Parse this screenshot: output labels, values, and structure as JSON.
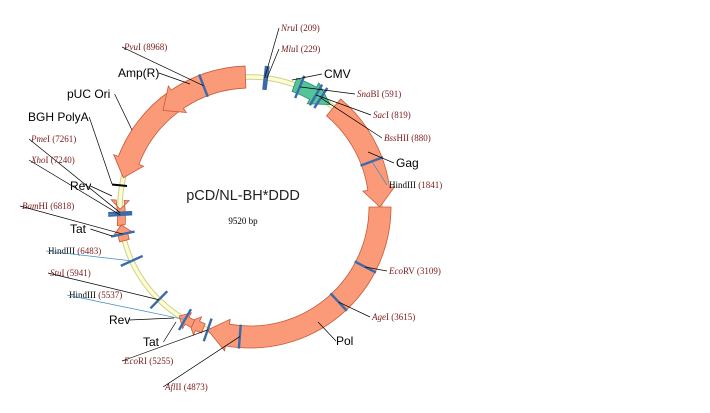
{
  "plasmid": {
    "name": "pCD/NL-BH*DDD",
    "size_label": "9520 bp"
  },
  "colors": {
    "backbone_fill": "#fffbd2",
    "backbone_stroke": "#c8d28c",
    "orf_fill": "#fa9a78",
    "orf_stroke": "#c85a3c",
    "promoter_fill": "#52c49a",
    "promoter_stroke": "#2a8a66",
    "site_tick": "#3a6aaa",
    "site_text": "#7a1a1a"
  },
  "features": [
    {
      "id": "cmv",
      "label": "CMV",
      "kind": "promoter"
    },
    {
      "id": "gag",
      "label": "Gag",
      "kind": "orf"
    },
    {
      "id": "pol",
      "label": "Pol",
      "kind": "orf"
    },
    {
      "id": "tat-lower",
      "label": "Tat",
      "kind": "orf"
    },
    {
      "id": "rev-lower",
      "label": "Rev",
      "kind": "orf"
    },
    {
      "id": "tat-upper",
      "label": "Tat",
      "kind": "orf"
    },
    {
      "id": "rev-upper",
      "label": "Rev",
      "kind": "orf"
    },
    {
      "id": "bgh",
      "label": "BGH PolyA",
      "kind": "misc"
    },
    {
      "id": "puc",
      "label": "pUC Ori",
      "kind": "orf"
    },
    {
      "id": "ampr",
      "label": "Amp(R)",
      "kind": "orf"
    }
  ],
  "sites": [
    {
      "id": "nrui",
      "enzyme": "NruI",
      "position": "(209)",
      "italic": "Nru",
      "suffix": "I"
    },
    {
      "id": "mlui",
      "enzyme": "MluI",
      "position": "(229)",
      "italic": "Mlu",
      "suffix": "I"
    },
    {
      "id": "snabi",
      "enzyme": "SnaBI",
      "position": "(591)",
      "italic": "Sna",
      "suffix": "BI"
    },
    {
      "id": "saci",
      "enzyme": "SacI",
      "position": "(819)",
      "italic": "Sac",
      "suffix": "I"
    },
    {
      "id": "bsshii",
      "enzyme": "BssHII",
      "position": "(880)",
      "italic": "Bss",
      "suffix": "HII"
    },
    {
      "id": "hindiii-1841",
      "enzyme": "HindIII",
      "position": "(1841)",
      "italic": "",
      "suffix": "HindIII"
    },
    {
      "id": "ecorv",
      "enzyme": "EcoRV",
      "position": "(3109)",
      "italic": "Eco",
      "suffix": "RV"
    },
    {
      "id": "agei",
      "enzyme": "AgeI",
      "position": "(3615)",
      "italic": "Age",
      "suffix": "I"
    },
    {
      "id": "aflii",
      "enzyme": "AflII",
      "position": "(4873)",
      "italic": "Afl",
      "suffix": "II"
    },
    {
      "id": "ecori",
      "enzyme": "EcoRI",
      "position": "(5255)",
      "italic": "Eco",
      "suffix": "RI"
    },
    {
      "id": "hindiii-5537",
      "enzyme": "HindIII",
      "position": "(5537)",
      "italic": "",
      "suffix": "HindIII"
    },
    {
      "id": "stui",
      "enzyme": "StuI",
      "position": "(5941)",
      "italic": "Stu",
      "suffix": "I"
    },
    {
      "id": "hindiii-6483",
      "enzyme": "HindIII",
      "position": "(6483)",
      "italic": "",
      "suffix": "HindIII"
    },
    {
      "id": "bamhi",
      "enzyme": "BamHI",
      "position": "(6818)",
      "italic": "Bam",
      "suffix": "HI"
    },
    {
      "id": "xhoi",
      "enzyme": "XhoI",
      "position": "(7240)",
      "italic": "Xho",
      "suffix": "I"
    },
    {
      "id": "pmei",
      "enzyme": "PmeI",
      "position": "(7261)",
      "italic": "Pme",
      "suffix": "I"
    },
    {
      "id": "pvui",
      "enzyme": "PvuI",
      "position": "(8968)",
      "italic": "Pvu",
      "suffix": "I"
    }
  ]
}
